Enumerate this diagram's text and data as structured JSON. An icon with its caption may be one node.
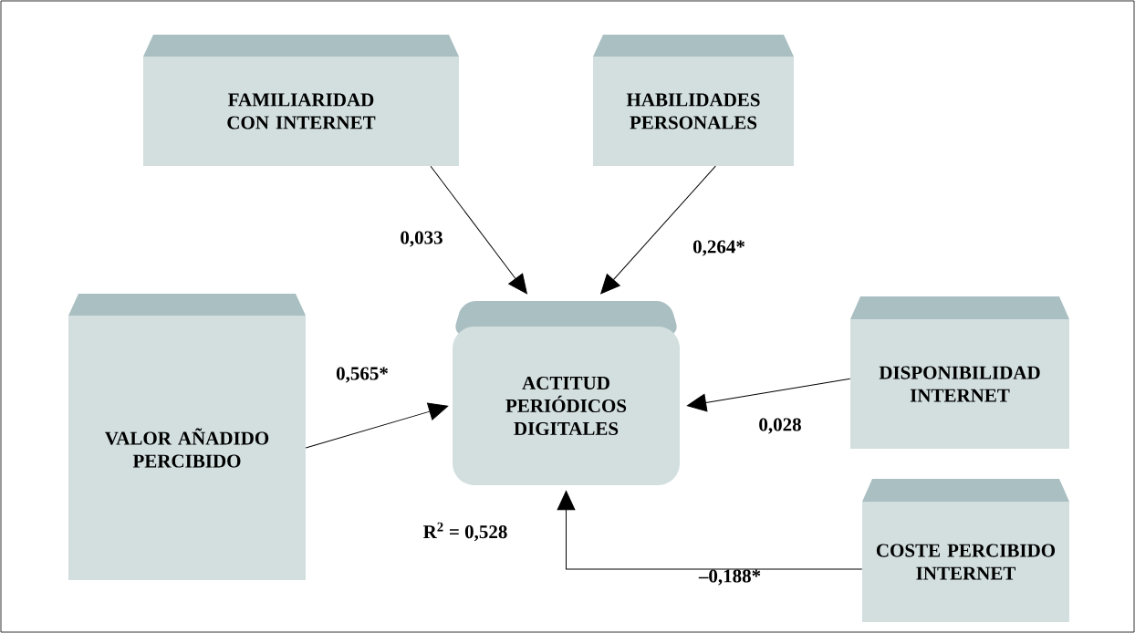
{
  "diagram": {
    "nodes": [
      {
        "text": [
          "FAMILIARIDAD CON INTERNET"
        ]
      },
      {
        "text": [
          "HABILIDADES PERSONALES"
        ]
      },
      {
        "text": [
          "VALOR AÑADIDO PERCIBIDO"
        ]
      },
      {
        "text": [
          "ACTITUD PERIÓDICOS DIGITALES"
        ]
      },
      {
        "text": [
          "DISPONIBILIDAD INTERNET"
        ]
      },
      {
        "text": [
          "COSTE PERCIBIDO INTERNET"
        ]
      }
    ],
    "edges": [
      {
        "from": 0,
        "to": 3,
        "arrow": "to",
        "label": "0,033"
      },
      {
        "from": 1,
        "to": 3,
        "arrow": "to",
        "label": "0,264*"
      },
      {
        "from": 2,
        "to": 3,
        "arrow": "to",
        "label": "0,565*"
      },
      {
        "from": 4,
        "to": 3,
        "arrow": "to",
        "label": "0,028"
      },
      {
        "from": 5,
        "to": 3,
        "arrow": "to",
        "label": "–0,188*"
      }
    ],
    "labels": [
      "R$^{2}$ = 0,528"
    ]
  }
}
